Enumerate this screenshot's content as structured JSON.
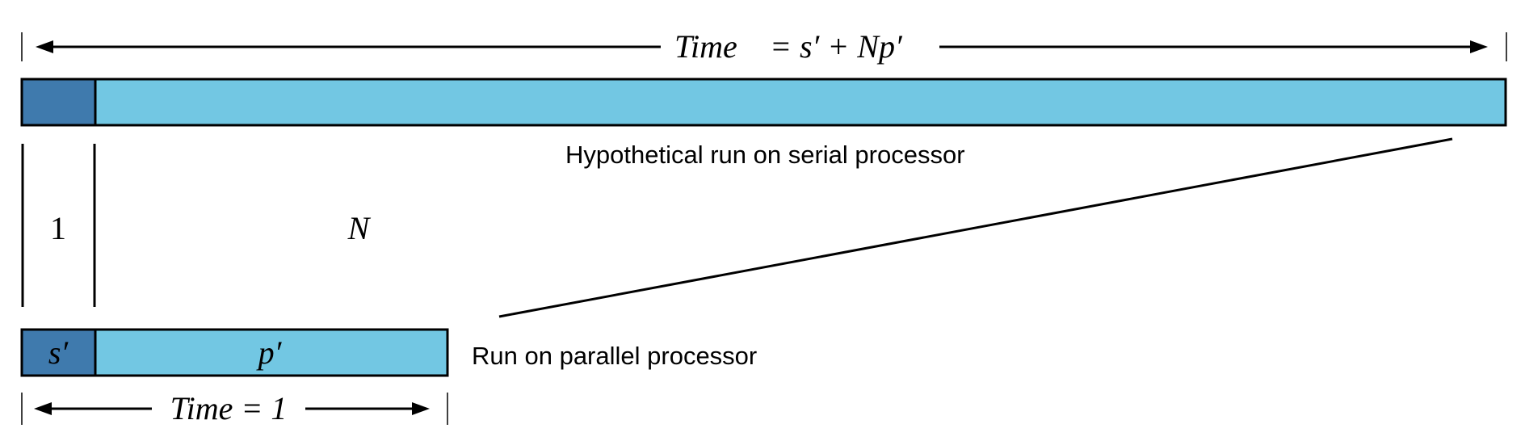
{
  "colors": {
    "serial_part": "#3f7aad",
    "parallel_part": "#72c7e3",
    "ink": "#000000",
    "background": "#ffffff"
  },
  "top_timeline": {
    "label_time": "Time",
    "label_equation": "= s′ + Np′"
  },
  "serial_run": {
    "caption": "Hypothetical run on serial processor",
    "serial_width_label": "1",
    "parallel_width_label": "N"
  },
  "parallel_run": {
    "serial_label": "s′",
    "parallel_label": "p′",
    "caption": "Run on parallel processor"
  },
  "bottom_timeline": {
    "label": "Time = 1"
  }
}
